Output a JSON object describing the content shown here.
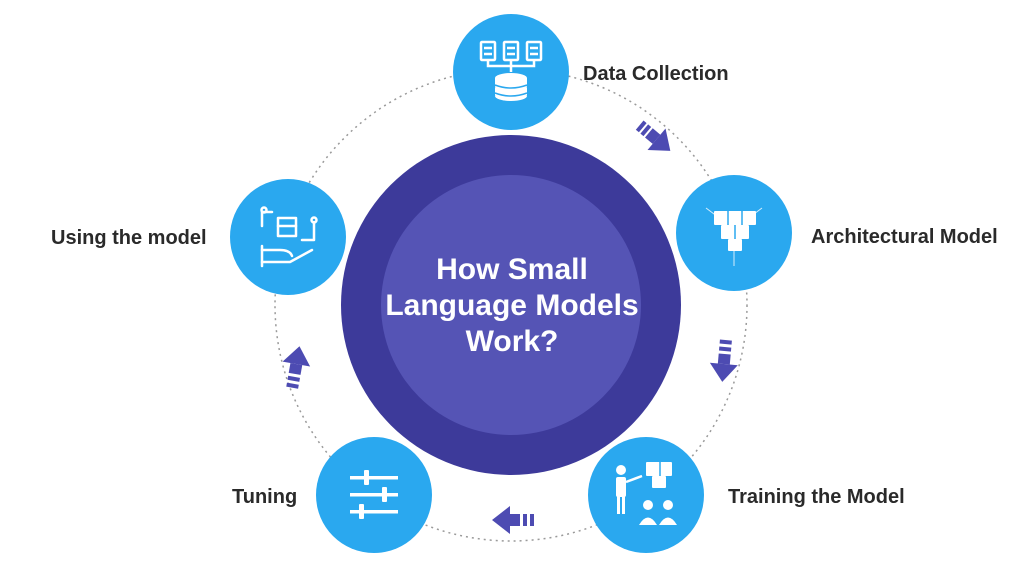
{
  "diagram": {
    "title_lines": [
      "How Small",
      "Language Models",
      "Work?"
    ],
    "steps": [
      {
        "label": "Data Collection",
        "icon": "database-icon"
      },
      {
        "label": "Architectural Model",
        "icon": "cubes-icon"
      },
      {
        "label": "Training the Model",
        "icon": "training-icon"
      },
      {
        "label": "Tuning",
        "icon": "sliders-icon"
      },
      {
        "label": "Using the model",
        "icon": "hand-cube-icon"
      }
    ]
  },
  "colors": {
    "outer_circle": "#3d3a9a",
    "inner_circle": "#5554b5",
    "step_circle": "#2aa8ef",
    "arrow": "#4d4bb2",
    "ring": "#9a9a9a",
    "label_text": "#2a2a2a"
  }
}
